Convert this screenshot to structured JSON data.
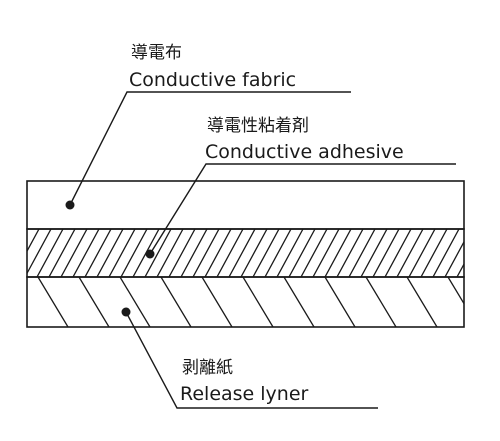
{
  "layers": [
    {
      "key": "fabric",
      "name_zh": "導電布",
      "name_en": "Conductive fabric",
      "pattern": "none"
    },
    {
      "key": "adhesive",
      "name_zh": "導電性粘着剤",
      "name_en": "Conductive adhesive",
      "pattern": "dense-hatch"
    },
    {
      "key": "liner",
      "name_zh": "剥離紙",
      "name_en": "Release lyner",
      "pattern": "sparse-hatch"
    }
  ],
  "colors": {
    "line": "#1a1a1a",
    "background": "#ffffff"
  }
}
